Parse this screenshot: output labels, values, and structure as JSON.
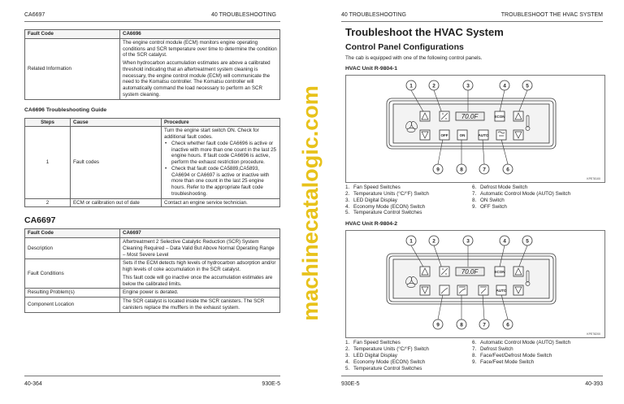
{
  "left_page": {
    "header_left": "CA6697",
    "header_right": "40 TROUBLESHOOTING",
    "table1": {
      "header": [
        "Fault Code",
        "CA6696"
      ],
      "row_label": "Related Information",
      "paragraphs": [
        "The engine control module (ECM) monitors engine operating conditions and SCR temperature over time to determine the condition of the SCR catalyst.",
        "When hydrocarbon accumulation estimates are above a calibrated threshold indicating that an aftertreatment system cleaning is necessary, the engine control module (ECM) will communicate the need to the Komatsu controller. The Komatsu controller will automatically command the load necessary to perform an SCR system cleaning."
      ]
    },
    "guide_title": "CA6696 Troubleshooting Guide",
    "guide": {
      "headers": [
        "Steps",
        "Cause",
        "Procedure"
      ],
      "rows": [
        {
          "step": "1",
          "cause": "Fault codes",
          "intro": "Turn the engine start switch ON. Check for additional fault codes.",
          "bullets": [
            "Check whether fault code CA6696 is active or inactive with more than one count in the last 25 engine hours. If fault code CA6696 is active, perform the exhaust restriction procedure.",
            "Check that fault code CA5889,CA5893, CA6694 or CA6697 is active or inactive with more than one count in the last 25 engine hours. Refer to the appropriate fault code troubleshooting."
          ]
        },
        {
          "step": "2",
          "cause": "ECM or calibration out of date",
          "intro": "Contact an engine service technician."
        }
      ]
    },
    "section_title": "CA6697",
    "table2": {
      "header": [
        "Fault Code",
        "CA6697"
      ],
      "rows": [
        {
          "label": "Description",
          "paragraphs": [
            "Aftertreatment 2 Selective Catalytic Reduction (SCR) System Cleaning Required – Data Valid But Above Normal Operating Range – Most Severe Level"
          ]
        },
        {
          "label": "Fault Conditions",
          "paragraphs": [
            "Sets if the ECM detects high levels of hydrocarbon adsorption and/or high levels of coke accumulation in the SCR catalyst.",
            "This fault code will go inactive once the accumulation estimates are below the calibrated limits."
          ]
        },
        {
          "label": "Resulting Problem(s)",
          "paragraphs": [
            "Engine power is derated."
          ]
        },
        {
          "label": "Component Location",
          "paragraphs": [
            "The SCR catalyst is located inside the SCR canisters. The SCR canisters replace the mufflers in the exhaust system."
          ]
        }
      ]
    },
    "footer_left": "40-364",
    "footer_right": "930E-5"
  },
  "right_page": {
    "header_left": "40 TROUBLESHOOTING",
    "header_right": "TROUBLESHOOT THE HVAC SYSTEM",
    "title": "Troubleshoot the HVAC System",
    "subtitle": "Control Panel Configurations",
    "intro": "The cab is equipped with one of the following control panels.",
    "unit1": {
      "title": "HVAC Unit R-9804-1",
      "display": "70.0F",
      "buttons": {
        "econ": "ECON",
        "off": "OFF",
        "on": "ON",
        "auto": "AUTO"
      },
      "callouts": [
        "1",
        "2",
        "3",
        "4",
        "5",
        "6",
        "7",
        "8",
        "9"
      ],
      "figure_id": "KPE78100",
      "legend": [
        "Fan Speed Switches",
        "Temperature Units (°C/°F) Switch",
        "LED Digital Display",
        "Economy Mode (ECON) Switch",
        "Temperature Control Switches",
        "Defrost Mode Switch",
        "Automatic Control Mode (AUTO) Switch",
        "ON Switch",
        "OFF Switch"
      ]
    },
    "unit2": {
      "title": "HVAC Unit R-9804-2",
      "display": "70.0F",
      "buttons": {
        "econ": "ECON",
        "auto": "AUTO"
      },
      "callouts": [
        "1",
        "2",
        "3",
        "4",
        "5",
        "6",
        "7",
        "8",
        "9"
      ],
      "figure_id": "KPE78200",
      "legend": [
        "Fan Speed Switches",
        "Temperature Units (°C/°F) Switch",
        "LED Digital Display",
        "Economy Mode (ECON) Switch",
        "Temperature Control Switches",
        "Automatic Control Mode (AUTO) Switch",
        "Defrost Switch",
        "Face/Feet/Defrost Mode Switch",
        "Face/Feet Mode Switch"
      ]
    },
    "footer_left": "930E-5",
    "footer_right": "40-393"
  },
  "watermark": "machinecatalogic.com"
}
